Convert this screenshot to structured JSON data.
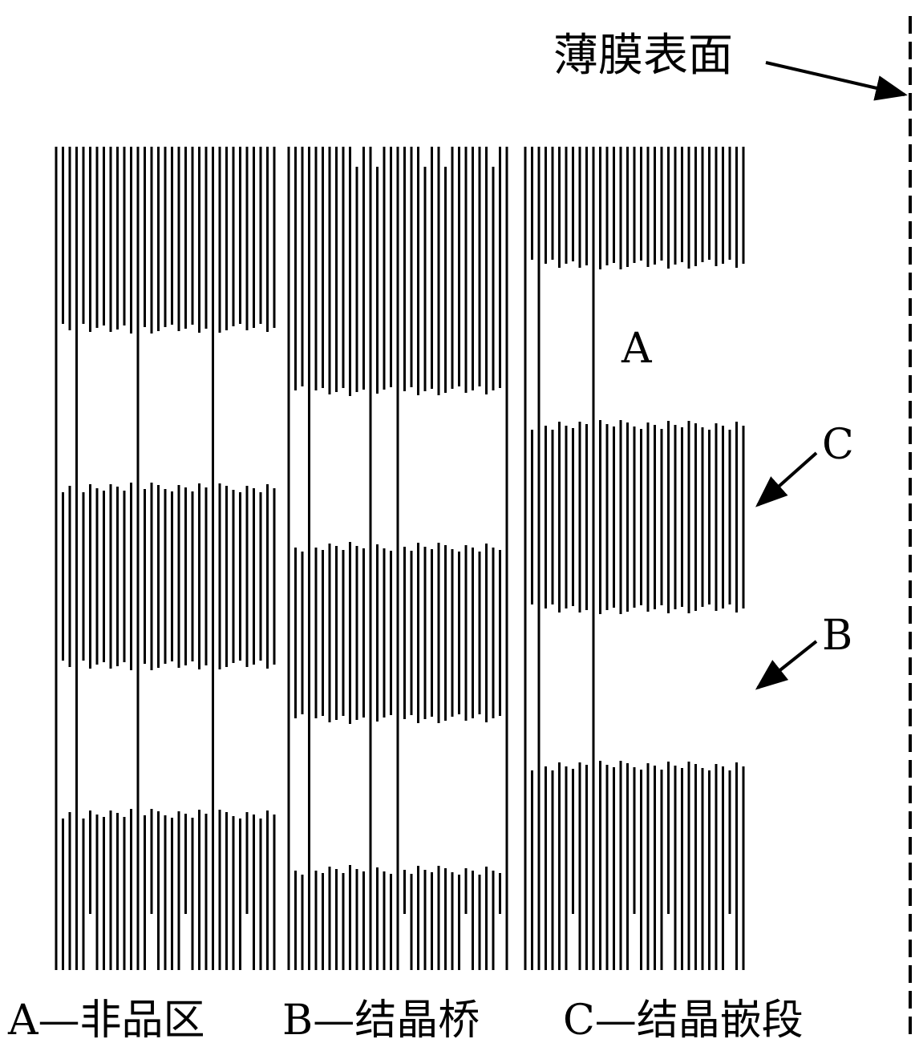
{
  "surface_label": "薄膜表面",
  "region_labels": {
    "a": "A",
    "c": "C",
    "b": "B"
  },
  "legend": [
    "A—非品区",
    "B—结晶桥",
    "C—结晶嵌段"
  ],
  "colors": {
    "ink": "#000000",
    "background": "#ffffff"
  }
}
